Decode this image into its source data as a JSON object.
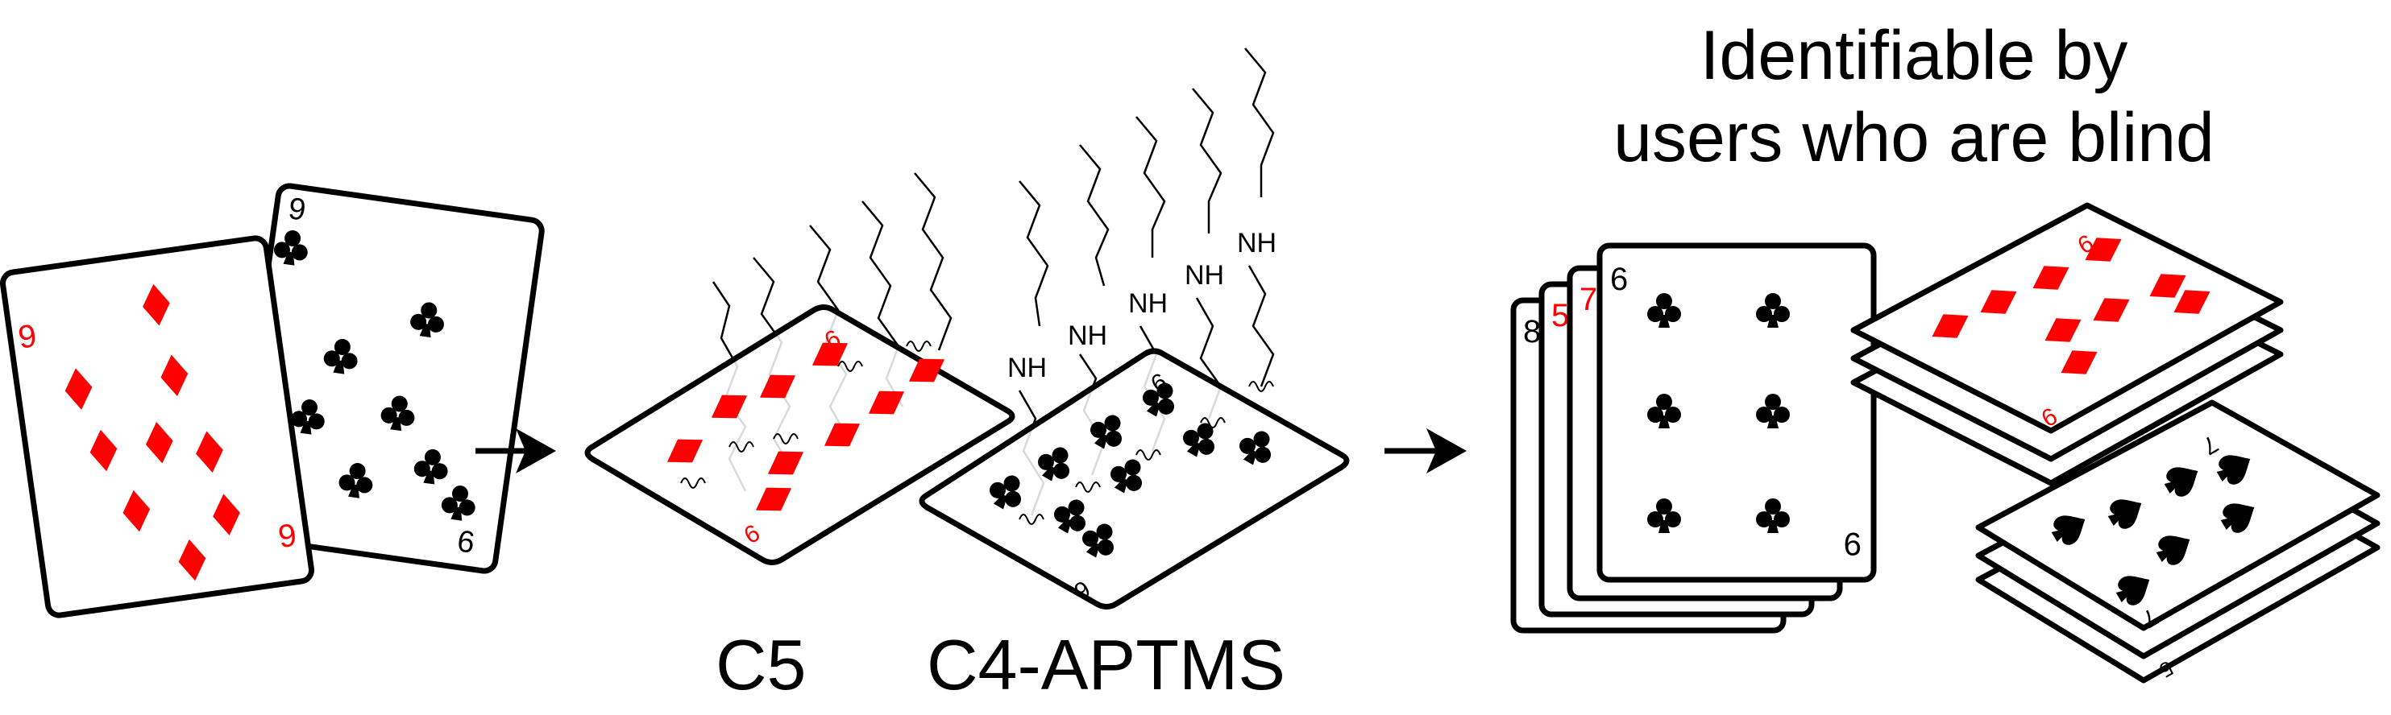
{
  "labels": {
    "c5": "C5",
    "c4_aptms": "C4-APTMS",
    "title_line1": "Identifiable by",
    "title_line2": "users who are blind",
    "amine": "NH"
  },
  "cards": {
    "diamond_rank": "9",
    "club_rank_front": "6",
    "club_rank_back": "9",
    "stack_ranks": [
      "8",
      "5",
      "7",
      "6"
    ],
    "spade_rank": "7",
    "bottom_rank": "5"
  },
  "colors": {
    "suit_red": "#ff0000",
    "ink": "#000000",
    "card_face": "#ffffff"
  },
  "icons": [
    "arrow-right-icon",
    "arrow-right-icon",
    "diamond-suit-icon",
    "club-suit-icon",
    "spade-suit-icon"
  ]
}
